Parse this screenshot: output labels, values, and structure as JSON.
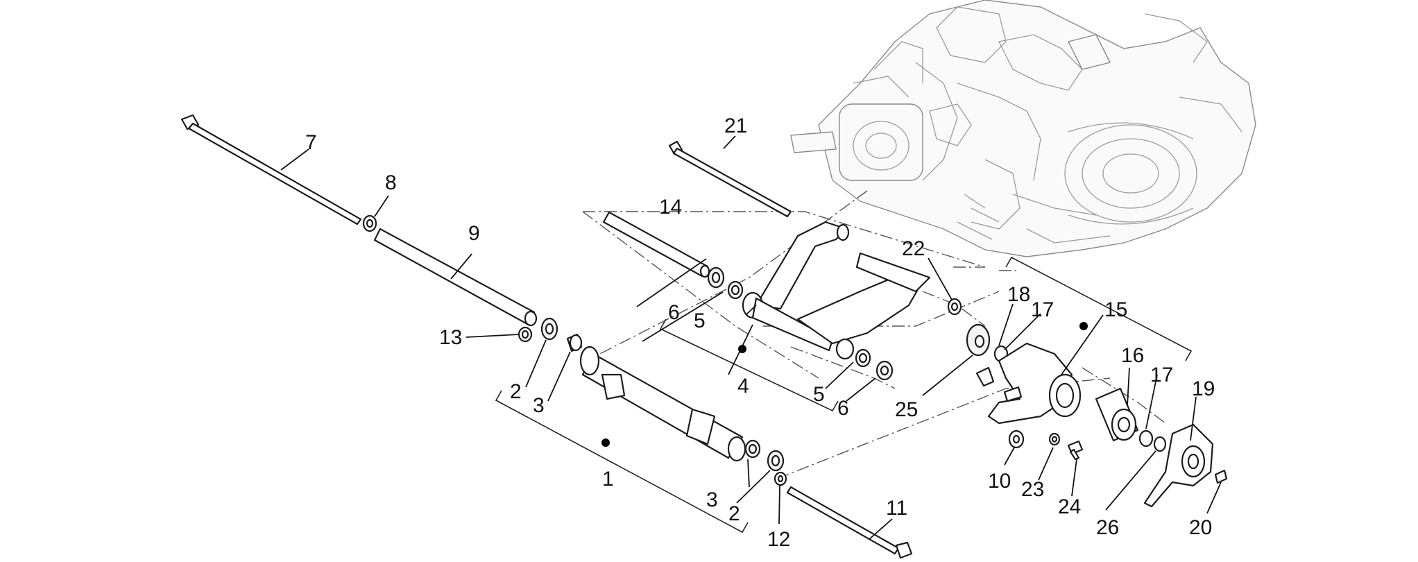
{
  "diagram": {
    "callouts": {
      "p1": "1",
      "p2a": "2",
      "p2b": "2",
      "p3a": "3",
      "p3b": "3",
      "p4": "4",
      "p5a": "5",
      "p5b": "5",
      "p6a": "6",
      "p6b": "6",
      "p7": "7",
      "p8": "8",
      "p9": "9",
      "p10": "10",
      "p11": "11",
      "p12": "12",
      "p13": "13",
      "p14": "14",
      "p15": "15",
      "p16": "16",
      "p17a": "17",
      "p17b": "17",
      "p18": "18",
      "p19": "19",
      "p20": "20",
      "p21": "21",
      "p22": "22",
      "p23": "23",
      "p24": "24",
      "p25": "25",
      "p26": "26"
    },
    "colors": {
      "ink": "#111111",
      "engine_line": "#9a9a9a",
      "background": "#ffffff"
    },
    "marker_icon": "filled-dot"
  }
}
